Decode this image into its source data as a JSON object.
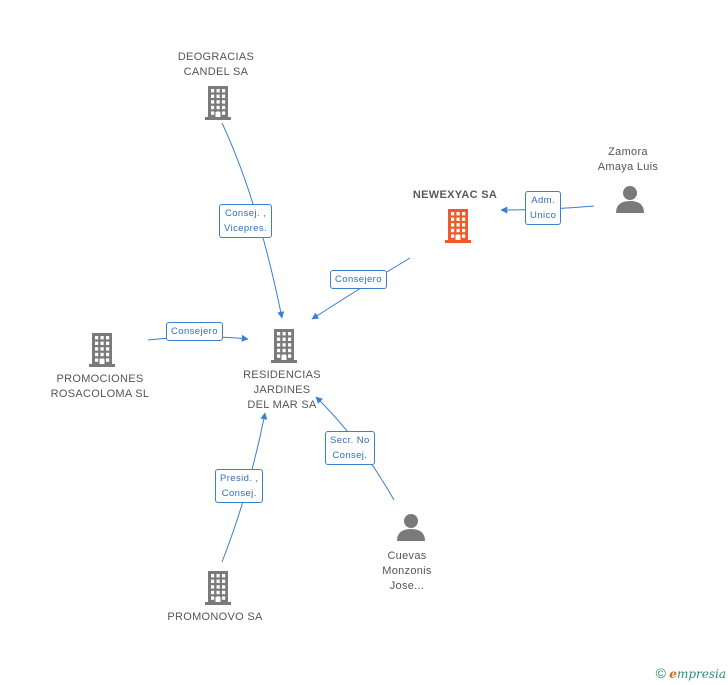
{
  "colors": {
    "edge": "#3b7fd0",
    "building": "#7a7a7a",
    "building_main": "#f05a28",
    "person": "#7a7a7a"
  },
  "nodes": {
    "deogracias": {
      "type": "company",
      "lines": [
        "DEOGRACIAS",
        "CANDEL SA"
      ]
    },
    "newexyac": {
      "type": "company",
      "main": true,
      "lines": [
        "NEWEXYAC SA"
      ]
    },
    "zamora": {
      "type": "person",
      "lines": [
        "Zamora",
        "Amaya Luis"
      ]
    },
    "promociones": {
      "type": "company",
      "lines": [
        "PROMOCIONES",
        "ROSACOLOMA SL"
      ]
    },
    "residencias": {
      "type": "company",
      "lines": [
        "RESIDENCIAS",
        "JARDINES",
        "DEL MAR SA"
      ]
    },
    "promonovo": {
      "type": "company",
      "lines": [
        "PROMONOVO SA"
      ]
    },
    "cuevas": {
      "type": "person",
      "lines": [
        "Cuevas",
        "Monzonis",
        "Jose..."
      ]
    }
  },
  "edges": {
    "deogracias_residencias": {
      "lines": [
        "Consej. ,",
        "Vicepres."
      ]
    },
    "zamora_newexyac": {
      "lines": [
        "Adm.",
        "Unico"
      ]
    },
    "newexyac_residencias": {
      "lines": [
        "Consejero"
      ]
    },
    "promociones_residencias": {
      "lines": [
        "Consejero"
      ]
    },
    "cuevas_residencias": {
      "lines": [
        "Secr.  No",
        "Consej."
      ]
    },
    "promonovo_residencias": {
      "lines": [
        "Presid. ,",
        "Consej."
      ]
    }
  },
  "footer": {
    "copyright_symbol": "©",
    "brand_initial": "e",
    "brand_rest": "mpresia"
  }
}
